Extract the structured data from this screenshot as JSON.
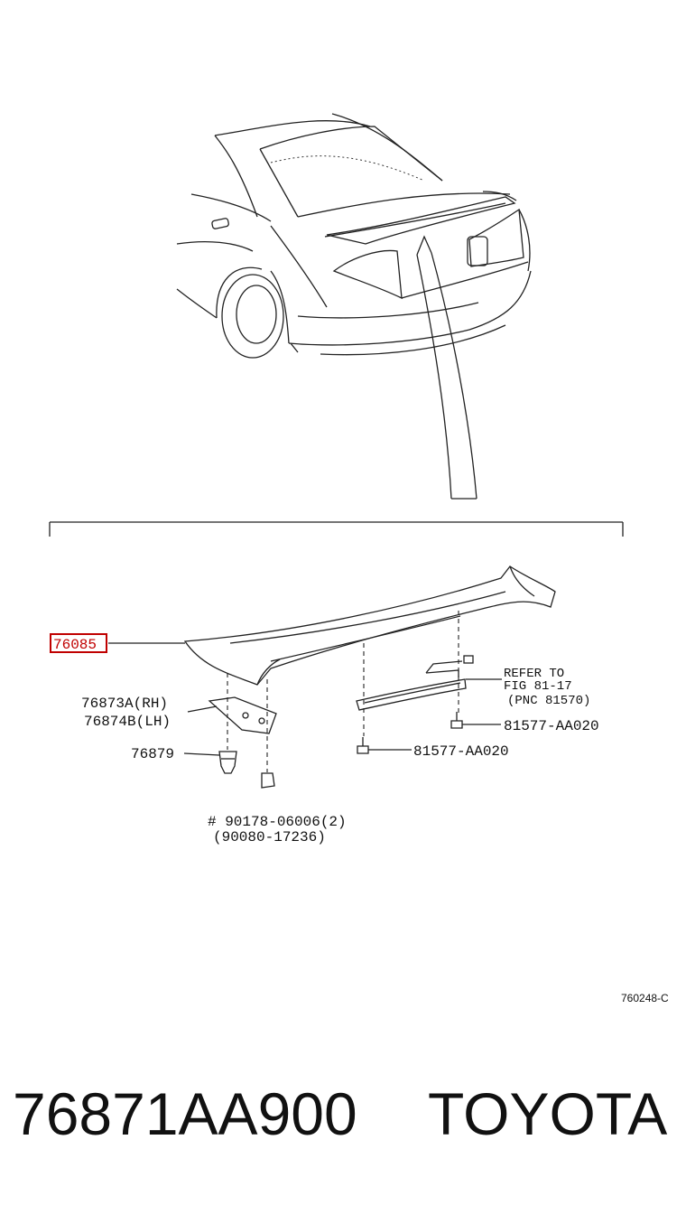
{
  "callouts": {
    "spoiler": "76085",
    "bracket_rh": "76873A(RH)",
    "bracket_lh": "76874B(LH)",
    "clip": "76879",
    "screw_upper": "81577-AA020",
    "screw_lower": "81577-AA020",
    "nut_number": "# 90178-06006(2)",
    "nut_alt": "(90080-17236)"
  },
  "refer_note": {
    "line1": "REFER TO",
    "line2": "FIG 81-17",
    "line3": "(PNC 81570)"
  },
  "figure_code": "760248-C",
  "footer": {
    "part_number": "76871AA900",
    "brand": "TOYOTA"
  },
  "colors": {
    "highlight": "#c00000",
    "ink": "#111111"
  }
}
